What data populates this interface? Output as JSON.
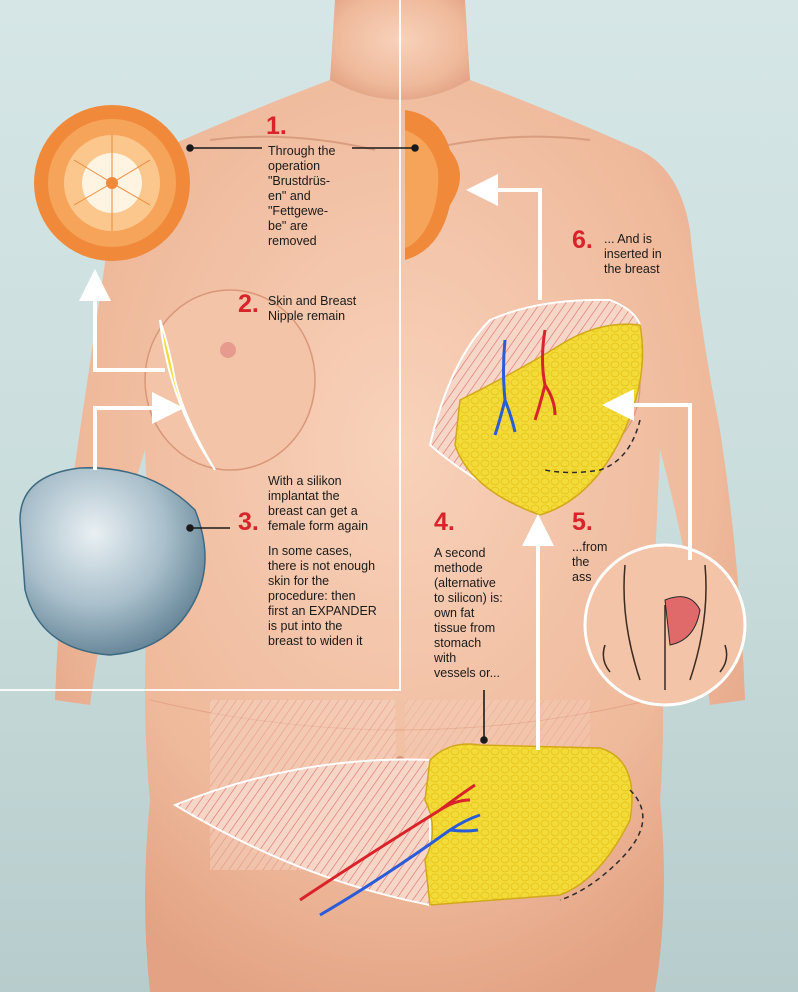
{
  "steps": [
    {
      "number": "1.",
      "text": "Through the\noperation\n\"Brustdrüs-\nen\" and\n\"Fettgewe-\nbe\" are\nremoved"
    },
    {
      "number": "2.",
      "text": "Skin and Breast\nNipple remain"
    },
    {
      "number": "3.",
      "text": "With a silikon\nimplantat the\nbreast can get a\nfemale form again",
      "note": "In some cases,\nthere is not enough\nskin for the\nprocedure: then\nfirst an EXPANDER\nis put into the\nbreast to widen it"
    },
    {
      "number": "4.",
      "text": "A second\nmethode\n(alternative\nto silicon) is:\nown fat\ntissue from\nstomach\nwith\nvessels or..."
    },
    {
      "number": "5.",
      "text": "...from\nthe\nass"
    },
    {
      "number": "6.",
      "text": "... And is\ninserted in\nthe breast"
    }
  ],
  "colors": {
    "accent_red": "#d8232a",
    "skin": "#f1bfa3",
    "gland_orange": "#f08a3a",
    "fat_yellow": "#f3dc3a",
    "arrow_white": "#ffffff",
    "implant_blue": "#7fa3b8"
  }
}
